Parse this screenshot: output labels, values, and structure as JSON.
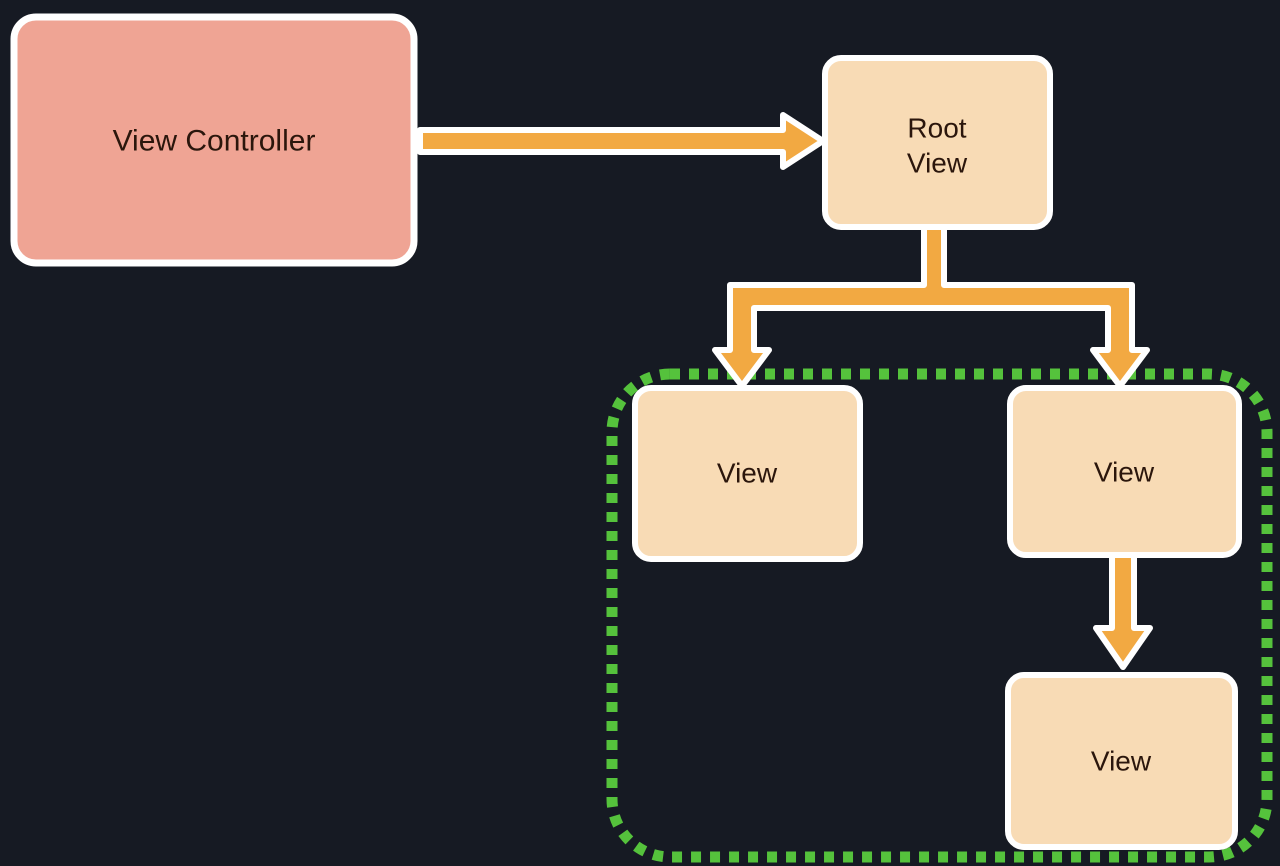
{
  "canvas": {
    "background": "#161a23"
  },
  "colors": {
    "arrow_fill": "#f2a942",
    "arrow_outline": "#ffffff",
    "node_border": "#ffffff",
    "controller_fill": "#efa494",
    "view_fill": "#f8dbb5",
    "group_dotted_border": "#55c23c",
    "label_text": "#2b160c"
  },
  "nodes": {
    "view_controller": {
      "label": "View Controller"
    },
    "root_view": {
      "label_lines": [
        "Root",
        "View"
      ]
    },
    "view_left": {
      "label": "View"
    },
    "view_right": {
      "label": "View"
    },
    "view_bottom": {
      "label": "View"
    }
  }
}
